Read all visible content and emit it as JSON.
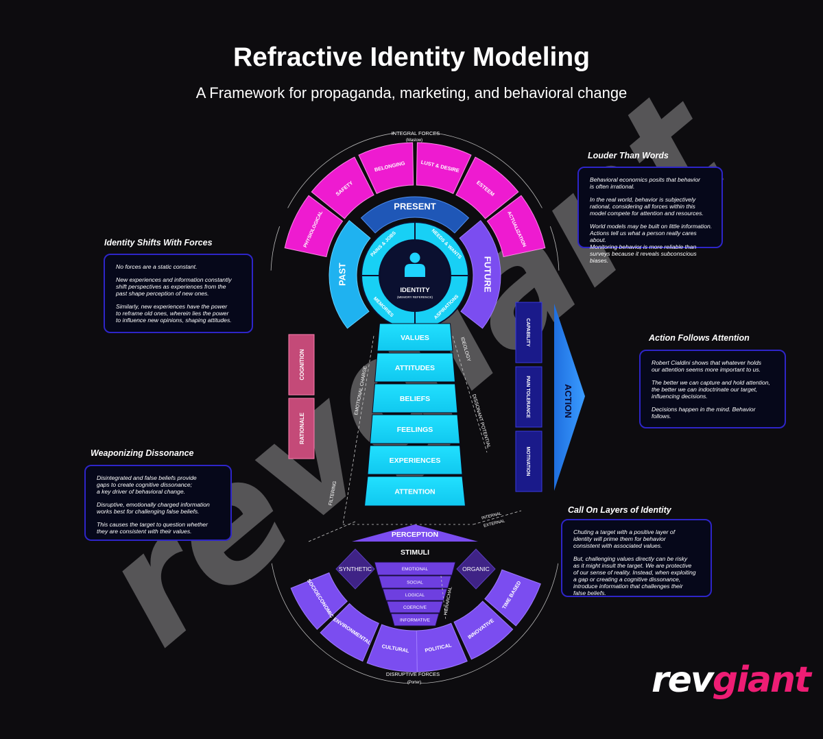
{
  "header": {
    "title": "Refractive Identity Modeling",
    "subtitle": "A Framework for propaganda, marketing, and behavioral change"
  },
  "watermark": {
    "text": "revgiant"
  },
  "logo": {
    "part1": "rev",
    "part2": "giant"
  },
  "colors": {
    "magenta": "#ee1bd0",
    "blue_present": "#1f57b7",
    "cyan": "#18d6ff",
    "purple": "#7b4df0",
    "navy": "#1a1a8a",
    "pink": "#c44a78",
    "panel_border": "#2e25c9"
  },
  "integral_forces": {
    "label": "INTEGRAL FORCES",
    "sublabel": "(Maslow)",
    "segments": [
      "PHYSIOLOGICAL",
      "SAFETY",
      "BELONGING",
      "LUST & DESIRE",
      "ESTEEM",
      "ACTUALIZATION"
    ]
  },
  "time": {
    "present": "PRESENT",
    "past": "PAST",
    "future": "FUTURE"
  },
  "identity": {
    "label": "IDENTITY",
    "sublabel": "(MEMORY REFERENCE)",
    "ring": [
      "PAINS & JOBS",
      "NEEDS & WANTS",
      "ASPIRATIONS",
      "MEMORIES"
    ]
  },
  "layers": [
    "VALUES",
    "ATTITUDES",
    "BELIEFS",
    "FEELINGS",
    "EXPERIENCES",
    "ATTENTION"
  ],
  "side_labels": {
    "emotional_charge": "EMOTIONAL CHARGE",
    "filtering": "FILTERING",
    "ideology": "IDEOLOGY",
    "dissonant_potential": "DISSONANT POTENTIAL",
    "internal": "INTERNAL",
    "external": "EXTERNAL",
    "hierarchal": "HIERARCHAL"
  },
  "left_boxes": [
    "COGNITION",
    "RATIONALE"
  ],
  "right_boxes": [
    "CAPABILITY",
    "PAIN TOLERANCE",
    "MOTIVATION"
  ],
  "action": "ACTION",
  "perception": "PERCEPTION",
  "stimuli": {
    "label": "STIMULI",
    "synthetic": "SYNTHETIC",
    "organic": "ORGANIC",
    "levels": [
      "EMOTIONAL",
      "SOCIAL",
      "LOGICAL",
      "COERCIVE",
      "INFORMATIVE"
    ]
  },
  "disruptive_forces": {
    "label": "DISRUPTIVE FORCES",
    "sublabel": "(Porter)",
    "segments": [
      "SOCIOECONOMIC",
      "ENVIRONMENTAL",
      "CULTURAL",
      "POLITICAL",
      "INNOVATIVE",
      "TIME BASED"
    ]
  },
  "panels": {
    "louder": {
      "title": "Louder Than Words",
      "paragraphs": [
        "Behavioral economics posits that behavior\nis often irrational.",
        "In the real world, behavior is subjectively\nrational, considering all forces within this\nmodel compete for attention and resources.",
        "World models may be built on little information.\nActions tell us what a person really cares about.\nMonitoring behavior is more reliable than\nsurveys because it reveals subconscious biases."
      ]
    },
    "identity_shifts": {
      "title": "Identity Shifts With Forces",
      "paragraphs": [
        "No forces are a static constant.",
        "New experiences and information constantly\nshift perspectives as experiences from the\npast shape perception of new ones.",
        "Similarly, new experiences have the power\nto reframe old ones, wherein lies the power\nto influence new opinions, shaping attitudes."
      ]
    },
    "action_follows": {
      "title": "Action Follows Attention",
      "paragraphs": [
        "Robert Cialdini shows that whatever holds\nour attention seems more important to us.",
        "The better we can capture and hold attention,\nthe better we can indoctrinate our target,\ninfluencing decisions.",
        "Decisions happen in the mind. Behavior\nfollows."
      ]
    },
    "weaponizing": {
      "title": "Weaponizing Dissonance",
      "paragraphs": [
        "Disintegrated and false beliefs provide\ngaps to create cognitive dissonance;\na key driver of behavioral change.",
        "Disruptive, emotionally charged information\nworks best for challenging false beliefs.",
        "This causes the target to question whether\nthey are consistent with their values."
      ]
    },
    "call_on_layers": {
      "title": "Call On Layers of Identity",
      "paragraphs": [
        "Chuting a target with a positive layer of\nidentity will prime them for behavior\nconsistent with associated values.",
        "But, challenging values directly can be risky\nas it might insult the target. We are protective\nof our sense of reality. Instead, when exploiting\na gap or creating a cognitive dissonance,\nintroduce information that challenges their\nfalse beliefs."
      ]
    }
  }
}
